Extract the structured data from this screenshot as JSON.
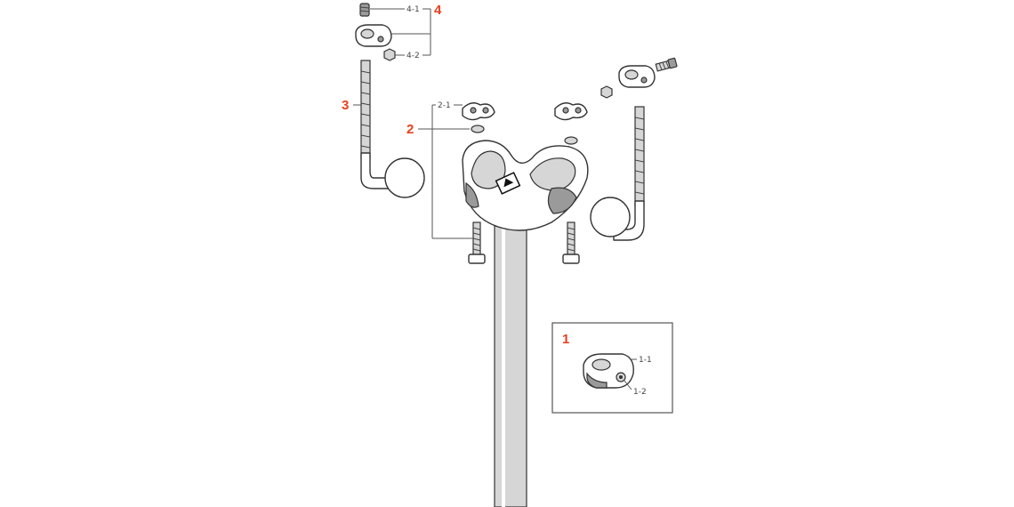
{
  "labels": {
    "part_1": "1",
    "part_1_1": "1-1",
    "part_1_2": "1-2",
    "part_2": "2",
    "part_2_1": "2-1",
    "part_3": "3",
    "part_4": "4",
    "part_4_1": "4-1",
    "part_4_2": "4-2"
  },
  "colors": {
    "main_callout": "#e8401c",
    "line": "#333333",
    "background": "#ffffff"
  }
}
